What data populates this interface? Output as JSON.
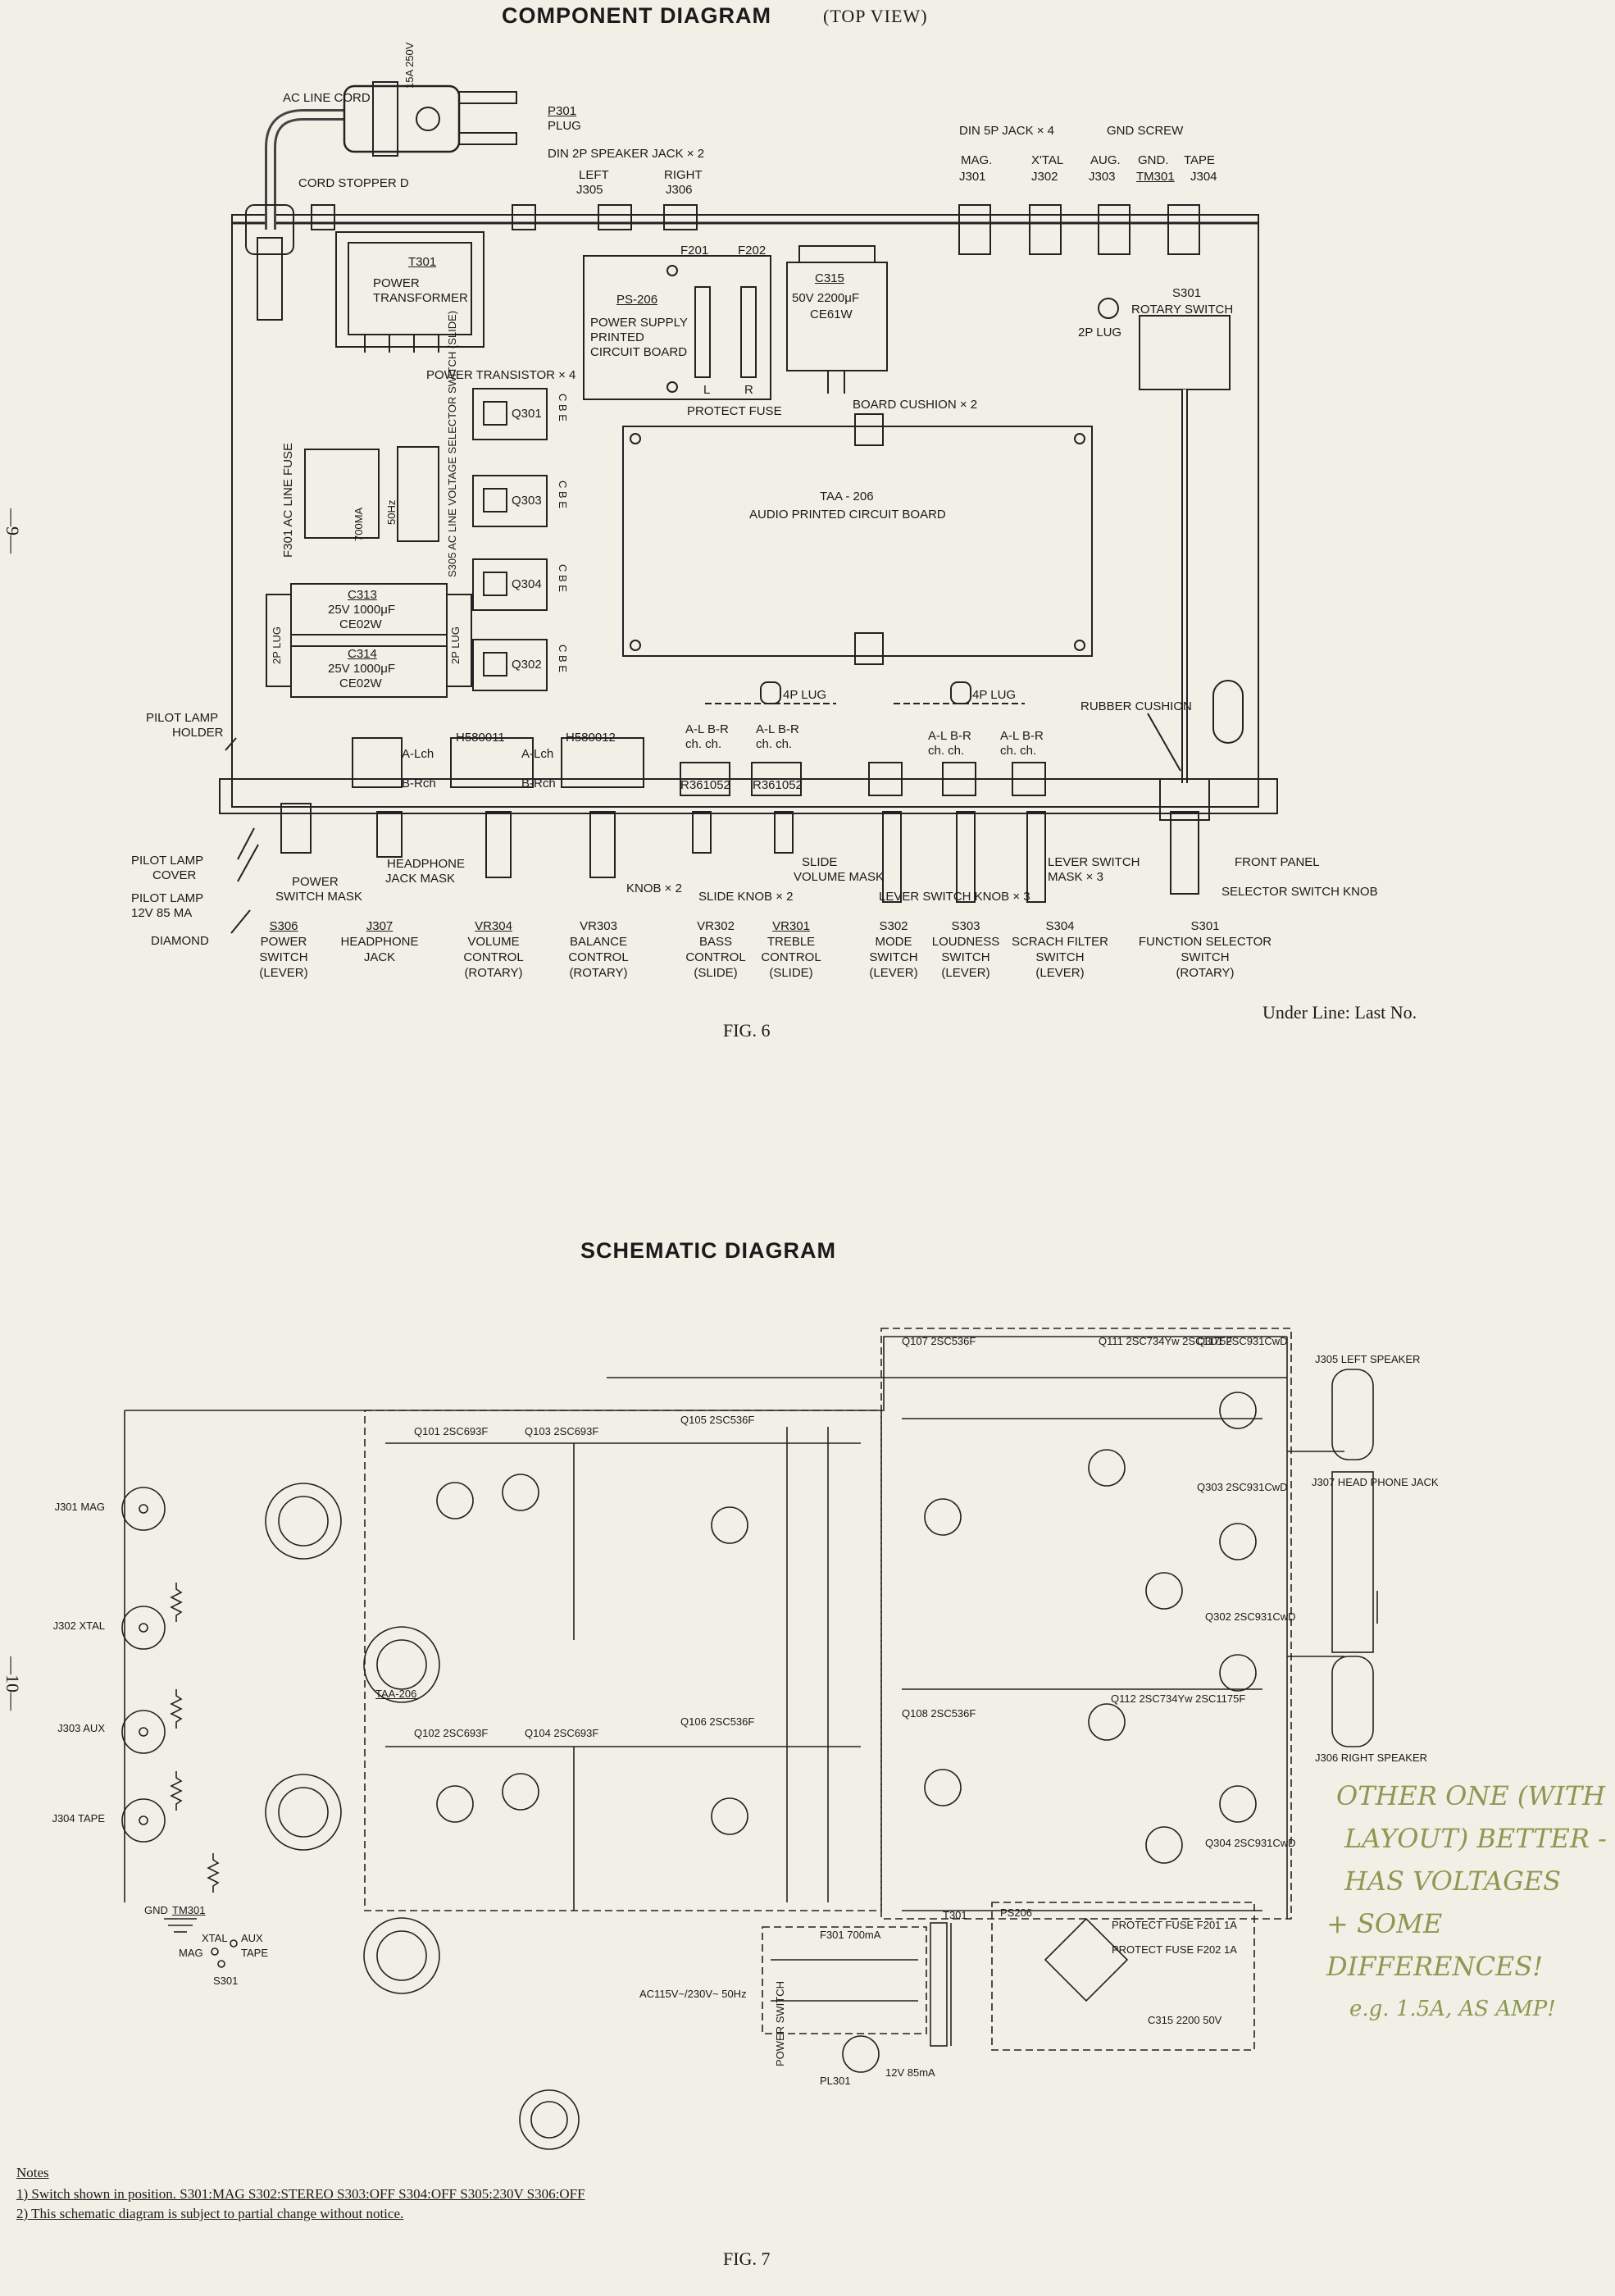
{
  "component": {
    "title": "COMPONENT DIAGRAM",
    "subtitle": "(TOP VIEW)",
    "top_labels": {
      "ac_line_cord": "AC LINE CORD",
      "p301_ref": "P301",
      "p301_name": "PLUG",
      "din2p": "DIN 2P SPEAKER JACK × 2",
      "left": "LEFT",
      "j305": "J305",
      "right": "RIGHT",
      "j306": "J306",
      "din5p": "DIN 5P JACK × 4",
      "gnd_screw": "GND SCREW",
      "mag": "MAG.",
      "xtal": "X'TAL",
      "aug": "AUG.",
      "gnd": "GND.",
      "tape": "TAPE",
      "j301": "J301",
      "j302": "J302",
      "j303": "J303",
      "tm301": "TM301",
      "j304": "J304",
      "cord_stopper": "CORD STOPPER D",
      "plug_rating": "15A 250V"
    },
    "board_labels": {
      "t301": "T301",
      "power_transformer_1": "POWER",
      "power_transformer_2": "TRANSFORMER",
      "ps206": "PS-206",
      "ps_1": "POWER SUPPLY",
      "ps_2": "PRINTED",
      "ps_3": "CIRCUIT BOARD",
      "f201": "F201",
      "f202": "F202",
      "l": "L",
      "r": "R",
      "protect_fuse": "PROTECT FUSE",
      "c315": "C315",
      "c315_val": "50V 2200μF",
      "c315_type": "CE61W",
      "s301": "S301",
      "rotary_switch": "ROTARY SWITCH",
      "twop_lug": "2P LUG",
      "power_transistor": "POWER TRANSISTOR × 4",
      "board_cushion": "BOARD CUSHION × 2",
      "q301": "Q301",
      "q303": "Q303",
      "q304": "Q304",
      "q302": "Q302",
      "cbe": "C B E",
      "taa206": "TAA - 206",
      "audio_pcb": "AUDIO PRINTED CIRCUIT BOARD",
      "f301_fuse": "F301 AC LINE FUSE",
      "fuse_rating": "700MA",
      "hz": "50Hz",
      "s305": "S305 AC LINE VOLTAGE SELECTOR SWITCH (SLIDE)",
      "c313": "C313",
      "c313_val": "25V 1000μF",
      "c313_type": "CE02W",
      "c314": "C314",
      "c314_val": "25V 1000μF",
      "c314_type": "CE02W",
      "twop_lug_v": "2P LUG",
      "fourp_lug_1": "4P LUG",
      "fourp_lug_2": "4P LUG",
      "rubber_cushion": "RUBBER CUSHION",
      "h580011": "H580011",
      "h580012": "H580012",
      "a_lch": "A-Lch",
      "b_rch": "B-Rch",
      "a_lch2": "A-Lch",
      "b_rch2": "B-Rch",
      "r361052a": "R361052",
      "r361052b": "R361052",
      "al_br": "A-L B-R",
      "ch_ch": "ch. ch."
    },
    "front_labels": {
      "pilot_lamp_holder_1": "PILOT LAMP",
      "pilot_lamp_holder_2": "HOLDER",
      "pilot_lamp_cover_1": "PILOT LAMP",
      "pilot_lamp_cover_2": "COVER",
      "pilot_lamp_1": "PILOT LAMP",
      "pilot_lamp_2": "12V 85 MA",
      "diamond": "DIAMOND",
      "power_switch_mask_1": "POWER",
      "power_switch_mask_2": "SWITCH MASK",
      "headphone_mask_1": "HEADPHONE",
      "headphone_mask_2": "JACK MASK",
      "knob_x2": "KNOB × 2",
      "slide_volume_mask_1": "SLIDE",
      "slide_volume_mask_2": "VOLUME MASK",
      "slide_knob": "SLIDE KNOB × 2",
      "lever_switch_knob": "LEVER SWITCH KNOB × 3",
      "lever_switch_mask_1": "LEVER SWITCH",
      "lever_switch_mask_2": "MASK × 3",
      "front_panel": "FRONT PANEL",
      "selector_knob": "SELECTOR SWITCH KNOB"
    },
    "bottom_parts": [
      {
        "ref": "S306",
        "l1": "POWER",
        "l2": "SWITCH",
        "l3": "(LEVER)"
      },
      {
        "ref": "J307",
        "l1": "HEADPHONE",
        "l2": "JACK",
        "l3": ""
      },
      {
        "ref": "VR304",
        "l1": "VOLUME",
        "l2": "CONTROL",
        "l3": "(ROTARY)"
      },
      {
        "ref": "VR303",
        "l1": "BALANCE",
        "l2": "CONTROL",
        "l3": "(ROTARY)"
      },
      {
        "ref": "VR302",
        "l1": "BASS",
        "l2": "CONTROL",
        "l3": "(SLIDE)"
      },
      {
        "ref": "VR301",
        "l1": "TREBLE",
        "l2": "CONTROL",
        "l3": "(SLIDE)"
      },
      {
        "ref": "S302",
        "l1": "MODE",
        "l2": "SWITCH",
        "l3": "(LEVER)"
      },
      {
        "ref": "S303",
        "l1": "LOUDNESS",
        "l2": "SWITCH",
        "l3": "(LEVER)"
      },
      {
        "ref": "S304",
        "l1": "SCRACH FILTER",
        "l2": "SWITCH",
        "l3": "(LEVER)"
      },
      {
        "ref": "S301",
        "l1": "FUNCTION SELECTOR",
        "l2": "SWITCH",
        "l3": "(ROTARY)"
      }
    ],
    "underline_note": "Under Line: Last No.",
    "fig": "FIG. 6"
  },
  "page_numbers": {
    "upper": "—9—",
    "lower": "—10—"
  },
  "schematic": {
    "title": "SCHEMATIC DIAGRAM",
    "fig": "FIG. 7",
    "inputs": [
      "J301 MAG",
      "J302 XTAL",
      "J303 AUX",
      "J304 TAPE"
    ],
    "labels": {
      "taa206": "TAA-206",
      "ps206": "PS206",
      "q101": "Q101 2SC693F",
      "q103": "Q103 2SC693F",
      "q105": "Q105 2SC536F",
      "q107": "Q107 2SC536F",
      "q111": "Q111 2SC734Yw 2SC1175F",
      "q301": "Q301 2SC931CwD",
      "q102": "Q102 2SC693F",
      "q104": "Q104 2SC693F",
      "q106": "Q106 2SC536F",
      "q108": "Q108 2SC536F",
      "q112": "Q112 2SC734Yw 2SC1175F",
      "q302": "Q302 2SC931CwD",
      "q303": "Q303 2SC931CwD",
      "q304": "Q304 2SC931CwD",
      "left_speaker": "J305 LEFT SPEAKER",
      "right_speaker": "J306 RIGHT SPEAKER",
      "headphone": "J307 HEAD PHONE JACK",
      "ac_in": "AC115V~/230V~ 50Hz",
      "power_switch": "POWER SWITCH",
      "fuse": "F301 700mA",
      "pl301": "PL301",
      "pl_rating": "12V 85mA",
      "t301": "T301",
      "protect_fuse_1": "PROTECT FUSE F201 1A",
      "protect_fuse_2": "PROTECT FUSE F202 1A",
      "c315": "C315 2200 50V",
      "gnd": "GND",
      "tm301": "TM301",
      "s301": "S301",
      "mag": "MAG",
      "xtal": "XTAL",
      "aux": "AUX",
      "tape": "TAPE"
    },
    "notes_title": "Notes",
    "notes": [
      "1) Switch shown in position. S301:MAG S302:STEREO S303:OFF S304:OFF S305:230V S306:OFF",
      "2) This schematic diagram is subject to partial change without notice."
    ]
  },
  "handwritten": [
    "OTHER ONE (WITH",
    "LAYOUT) BETTER -",
    "HAS VOLTAGES",
    "+ SOME",
    "DIFFERENCES!",
    "e.g. 1.5A, AS AMP!"
  ]
}
